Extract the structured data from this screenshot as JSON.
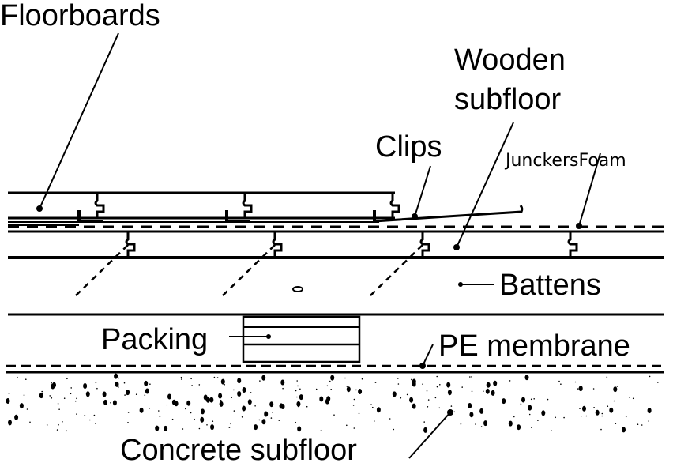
{
  "labels": {
    "floorboards": "Floorboards",
    "wooden_subfloor_line1": "Wooden",
    "wooden_subfloor_line2": "subfloor",
    "clips": "Clips",
    "junckersfoam": "JunckersFoam",
    "battens": "Battens",
    "packing": "Packing",
    "pe_membrane": "PE membrane",
    "concrete_subfloor": "Concrete subfloor"
  },
  "colors": {
    "line": "#000000",
    "background": "#ffffff"
  }
}
